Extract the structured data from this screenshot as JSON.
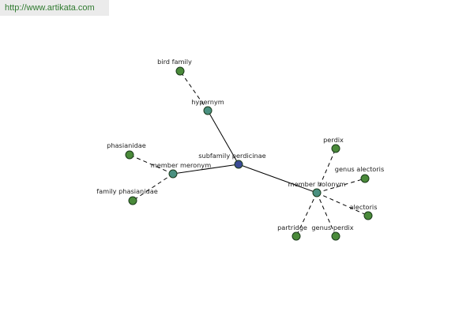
{
  "header": {
    "url": "http://www.artikata.com"
  },
  "colors": {
    "center": "#3a4a96",
    "relation": "#4a9080",
    "leaf": "#4a8a3a"
  },
  "graph": {
    "nodes": [
      {
        "id": "center",
        "label": "subfamily perdicinae",
        "kind": "center"
      },
      {
        "id": "hypernym",
        "label": "hypernym",
        "kind": "relation"
      },
      {
        "id": "meronym",
        "label": "member meronym",
        "kind": "relation"
      },
      {
        "id": "holonym",
        "label": "member holonym",
        "kind": "relation"
      },
      {
        "id": "bird_family",
        "label": "bird family",
        "kind": "leaf"
      },
      {
        "id": "phasianidae",
        "label": "phasianidae",
        "kind": "leaf"
      },
      {
        "id": "family_phasianidae",
        "label": "family phasianidae",
        "kind": "leaf"
      },
      {
        "id": "perdix",
        "label": "perdix",
        "kind": "leaf"
      },
      {
        "id": "genus_alectoris",
        "label": "genus alectoris",
        "kind": "leaf"
      },
      {
        "id": "alectoris",
        "label": "alectoris",
        "kind": "leaf"
      },
      {
        "id": "partridge",
        "label": "partridge",
        "kind": "leaf"
      },
      {
        "id": "genus_perdix",
        "label": "genus perdix",
        "kind": "leaf"
      }
    ],
    "edges": [
      {
        "from": "center",
        "to": "hypernym",
        "style": "solid"
      },
      {
        "from": "center",
        "to": "meronym",
        "style": "solid"
      },
      {
        "from": "center",
        "to": "holonym",
        "style": "solid"
      },
      {
        "from": "hypernym",
        "to": "bird_family",
        "style": "dashed"
      },
      {
        "from": "meronym",
        "to": "phasianidae",
        "style": "dashed"
      },
      {
        "from": "meronym",
        "to": "family_phasianidae",
        "style": "dashed"
      },
      {
        "from": "holonym",
        "to": "perdix",
        "style": "dashed"
      },
      {
        "from": "holonym",
        "to": "genus_alectoris",
        "style": "dashed"
      },
      {
        "from": "holonym",
        "to": "alectoris",
        "style": "dashed"
      },
      {
        "from": "holonym",
        "to": "partridge",
        "style": "dashed"
      },
      {
        "from": "holonym",
        "to": "genus_perdix",
        "style": "dashed"
      }
    ]
  }
}
